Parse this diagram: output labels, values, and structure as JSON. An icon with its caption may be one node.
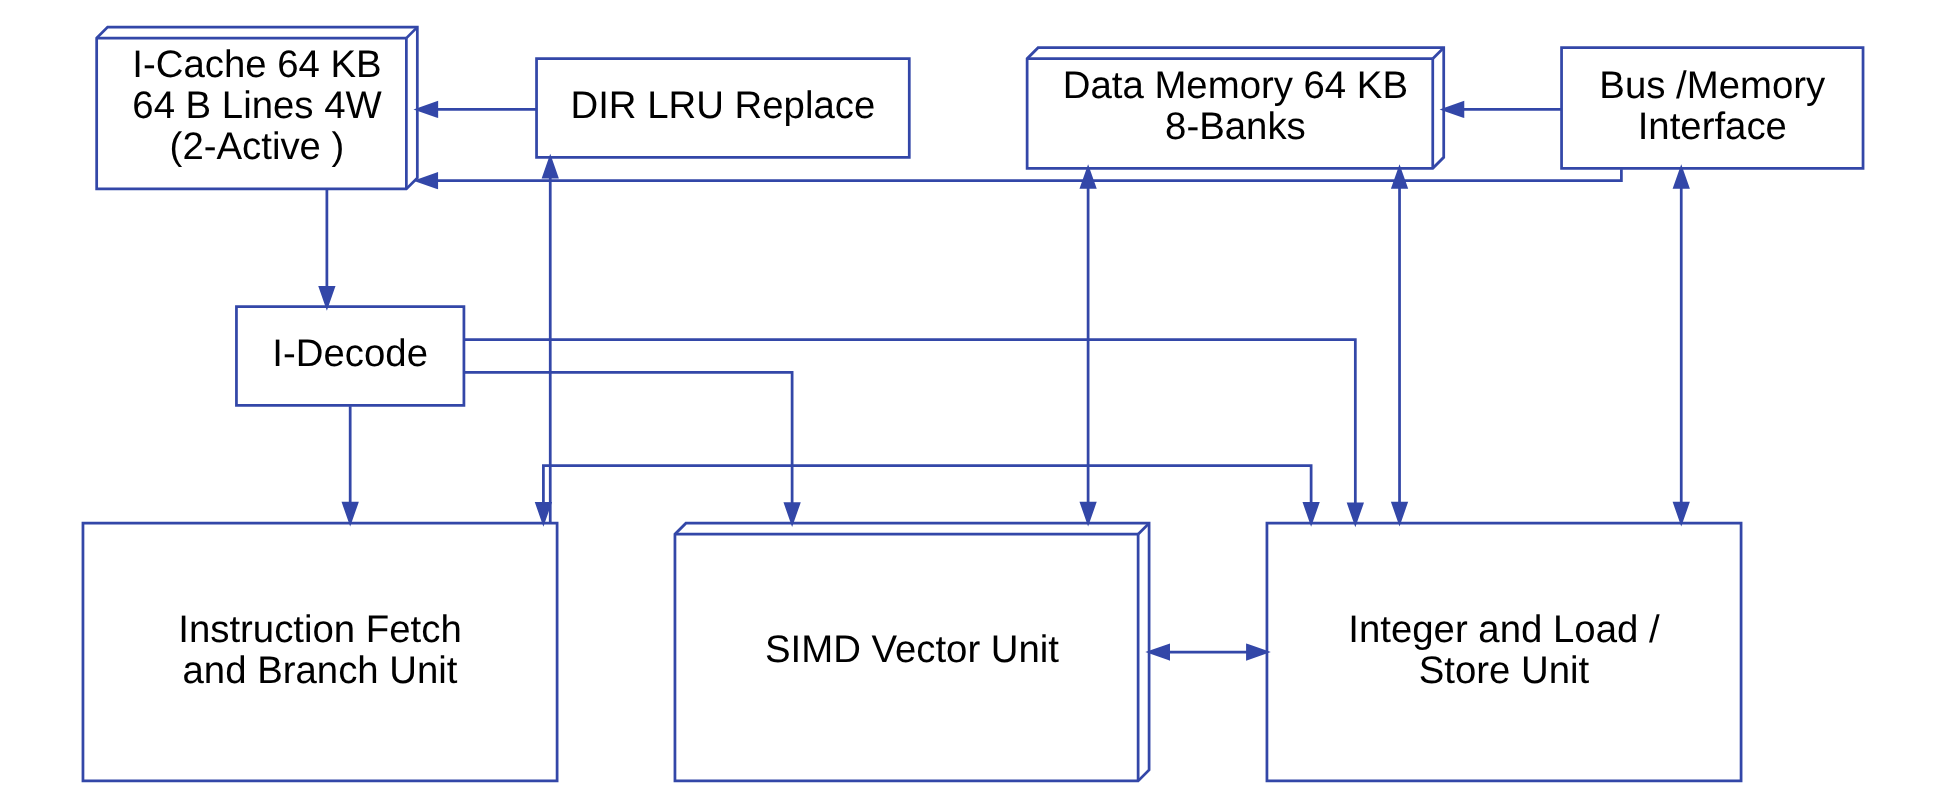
{
  "diagram": {
    "nodes": [
      {
        "text": [
          "DIR LRU Replace"
        ]
      },
      {
        "text": [
          "I-Cache 64 KB 64 B Lines 4W (2-Active )"
        ]
      },
      {
        "text": [
          "Bus /Memory Interface"
        ]
      },
      {
        "text": [
          "Data Memory 64 KB 8-Banks"
        ]
      },
      {
        "text": [
          "I-Decode"
        ]
      },
      {
        "text": [
          "Instruction Fetch and Branch Unit"
        ]
      },
      {
        "text": [
          "Integer and Load / Store Unit"
        ]
      },
      {
        "text": [
          "SIMD Vector Unit"
        ]
      }
    ],
    "edges": [
      {
        "from": 0,
        "to": 1,
        "arrow": "to"
      },
      {
        "from": 2,
        "to": 1,
        "arrow": "to"
      },
      {
        "from": 2,
        "to": 3,
        "arrow": "to"
      },
      {
        "from": 1,
        "to": 4,
        "arrow": "to"
      },
      {
        "from": 4,
        "to": 5,
        "arrow": "to"
      },
      {
        "from": 4,
        "to": 6,
        "arrow": "to"
      },
      {
        "from": 4,
        "to": 7,
        "arrow": "to"
      },
      {
        "from": 5,
        "to": 0,
        "arrow": "to"
      },
      {
        "from": 2,
        "to": 6,
        "arrow": "both"
      },
      {
        "from": 3,
        "to": 6,
        "arrow": "both"
      },
      {
        "from": 3,
        "to": 7,
        "arrow": "both"
      },
      {
        "from": 5,
        "to": 6,
        "arrow": "both"
      },
      {
        "from": 6,
        "to": 7,
        "arrow": "both"
      }
    ]
  }
}
